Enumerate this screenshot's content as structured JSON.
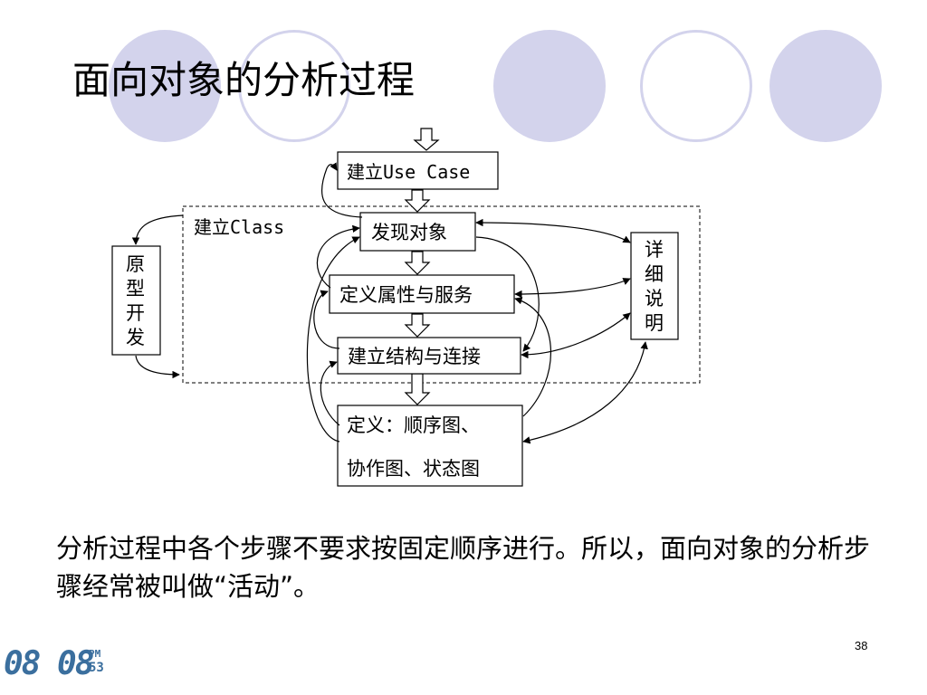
{
  "slide": {
    "title": "面向对象的分析过程",
    "body": "分析过程中各个步骤不要求按固定顺序进行。所以，面向对象的分析步骤经常被叫做“活动”。",
    "page_number": "38",
    "accent_color": "#d3d3ec"
  },
  "diagram": {
    "group_label": "建立Class",
    "boxes": {
      "use_case": "建立Use Case",
      "find_objects": "发现对象",
      "define_attributes": "定义属性与服务",
      "build_structure": "建立结构与连接",
      "define_diagrams_line1": "定义：顺序图、",
      "define_diagrams_line2": "协作图、状态图",
      "prototype": [
        "原",
        "型",
        "开",
        "发"
      ],
      "detail": [
        "详",
        "细",
        "说",
        "明"
      ]
    }
  },
  "clock": {
    "time": "08 08",
    "ampm": "PM",
    "seconds": "53"
  }
}
